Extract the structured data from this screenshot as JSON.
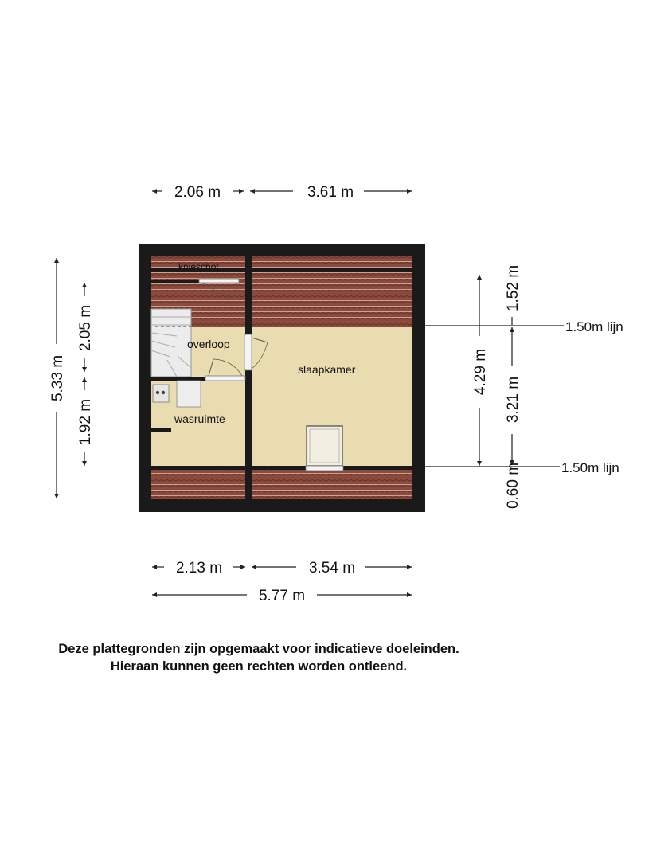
{
  "dimensions": {
    "top_left": "2.06 m",
    "top_right": "3.61 m",
    "bottom_left": "2.13 m",
    "bottom_right": "3.54 m",
    "bottom_total": "5.77 m",
    "left_total": "5.33 m",
    "left_upper": "2.05 m",
    "left_lower": "1.92 m",
    "right_inner": "4.29 m",
    "right_outer_top": "1.52 m",
    "right_outer_mid": "3.21 m",
    "right_outer_bottom": "0.60 m"
  },
  "lines": {
    "upper": "1.50m lijn",
    "lower": "1.50m lijn"
  },
  "rooms": {
    "knieschot": "knieschot",
    "overloop": "overloop",
    "slaapkamer": "slaapkamer",
    "wasruimte": "wasruimte"
  },
  "disclaimer": {
    "line1": "Deze plattegronden zijn opgemaakt voor indicatieve doeleinden.",
    "line2": "Hieraan kunnen geen rechten worden ontleend."
  },
  "colors": {
    "wall": "#1a1a1a",
    "floor": "#e8dcb0",
    "roof_tile": "#8b4a3c",
    "roof_line": "#caa89a"
  }
}
